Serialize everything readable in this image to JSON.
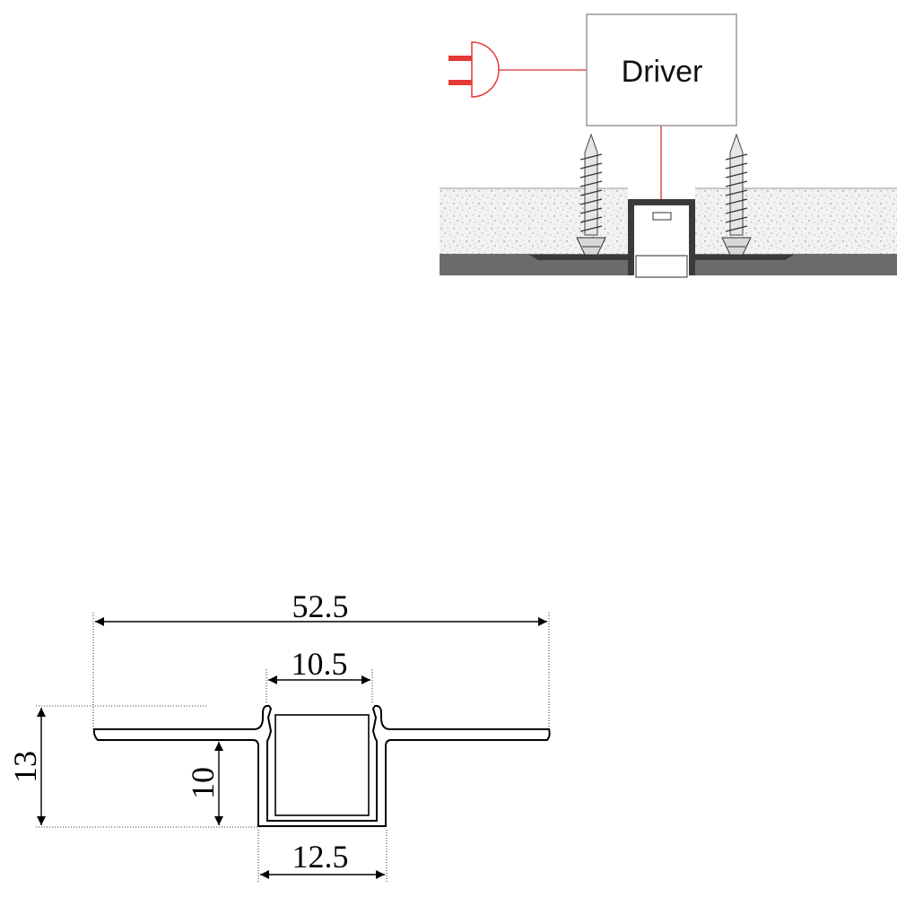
{
  "install": {
    "driver_label": "Driver"
  },
  "profile": {
    "dims": {
      "overall_width": "52.5",
      "inner_width": "10.5",
      "outer_channel_width": "12.5",
      "total_height": "13",
      "channel_depth": "10"
    }
  },
  "colors": {
    "wire": "#d32f2f",
    "plug": "#e53935",
    "drywall_fill": "#ececec",
    "base_fill": "#6b6b6b",
    "profile_dark": "#3a3a3a",
    "line": "#000000"
  }
}
